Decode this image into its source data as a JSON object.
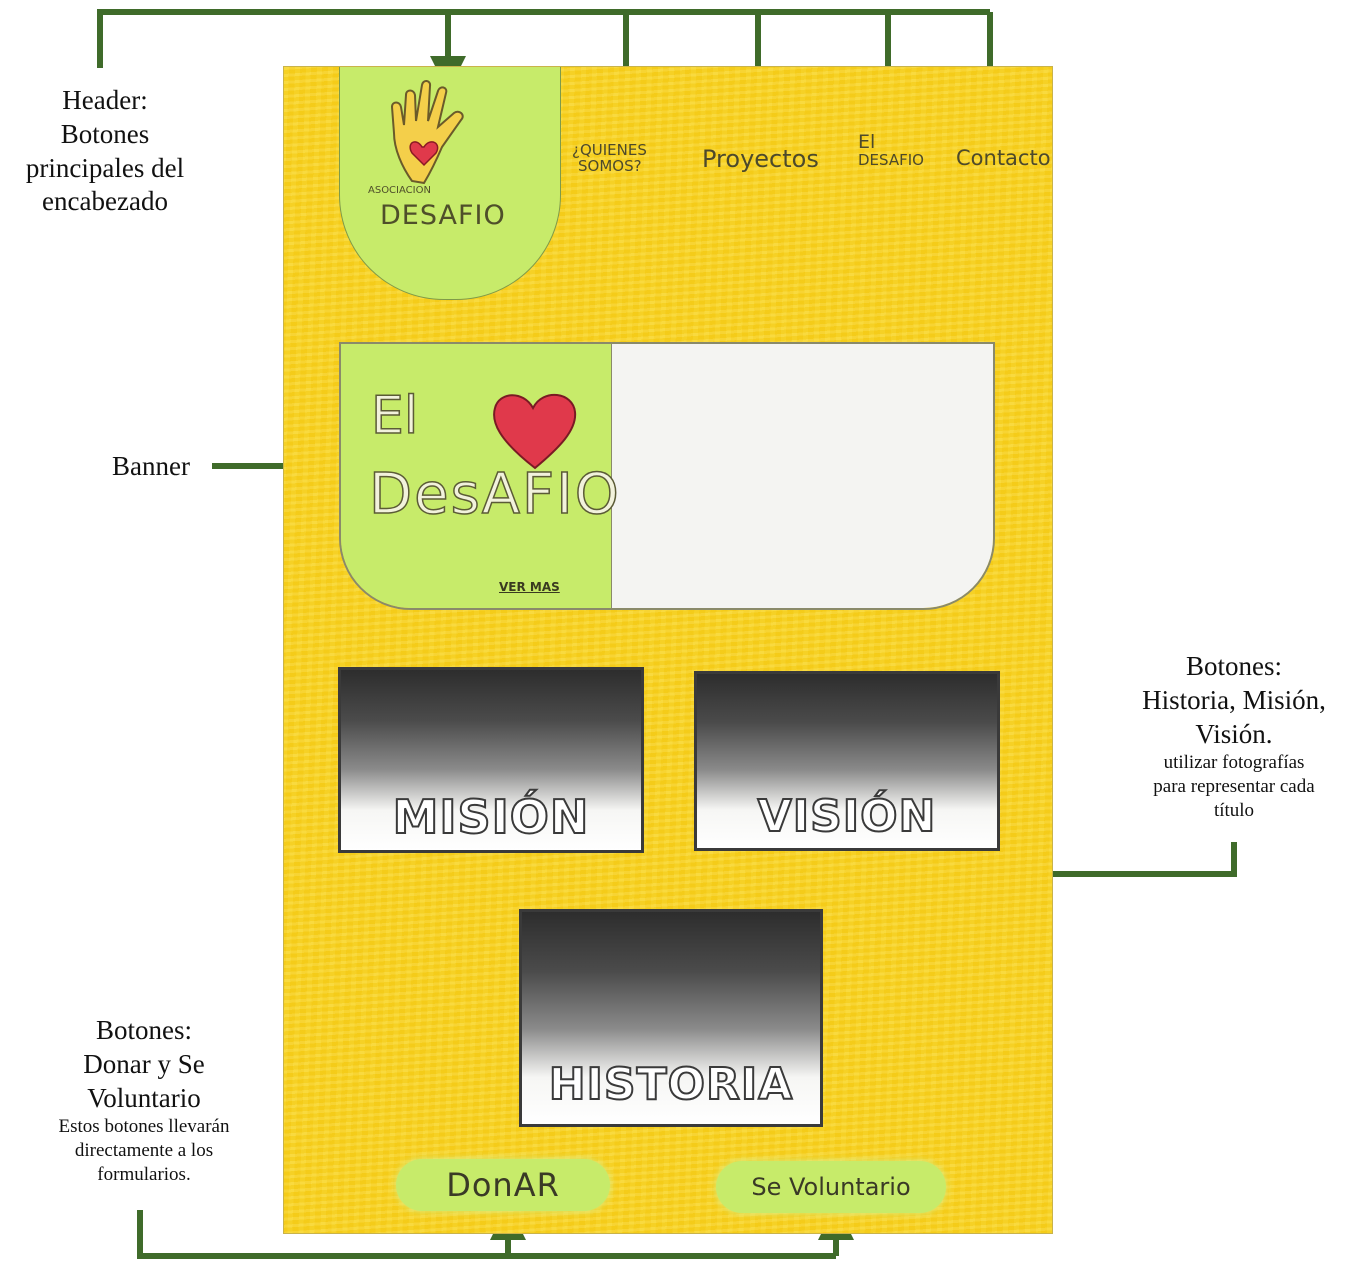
{
  "annotations": {
    "header": {
      "title": "Header:",
      "lines": [
        "Botones",
        "principales del",
        "encabezado"
      ]
    },
    "banner": {
      "title": "Banner"
    },
    "photo_buttons": {
      "title": "Botones:",
      "lines": [
        "Historia, Misión,",
        "Visión."
      ],
      "note_lines": [
        "utilizar fotografías",
        "para representar cada",
        "título"
      ]
    },
    "cta_buttons": {
      "title": "Botones:",
      "lines": [
        "Donar y Se",
        "Voluntario"
      ],
      "note_lines": [
        "Estos botones llevarán",
        "directamente a los",
        "formularios."
      ]
    }
  },
  "mockup": {
    "logo": {
      "small_text": "ASOCIACION",
      "big_text": "DESAFIO"
    },
    "nav": {
      "quienes_line1": "¿QUIENES",
      "quienes_line2": "SOMOS?",
      "proyectos": "Proyectos",
      "eldesafio_line1": "El",
      "eldesafio_line2": "DESAFIO",
      "contacto": "Contacto"
    },
    "banner": {
      "title_line1": "El",
      "title_line2": "DesAFIO",
      "ver_mas": "VER MAS"
    },
    "buttons": {
      "mision": "MISIÓN",
      "vision": "VISIÓN",
      "historia": "HISTORIA",
      "donar": "DonAR",
      "voluntario": "Se Voluntario"
    }
  },
  "colors": {
    "sheet": "#f7d21e",
    "green_fill": "#c7eb6a",
    "arrow": "#3f6b2a",
    "heart": "#e0394b"
  }
}
